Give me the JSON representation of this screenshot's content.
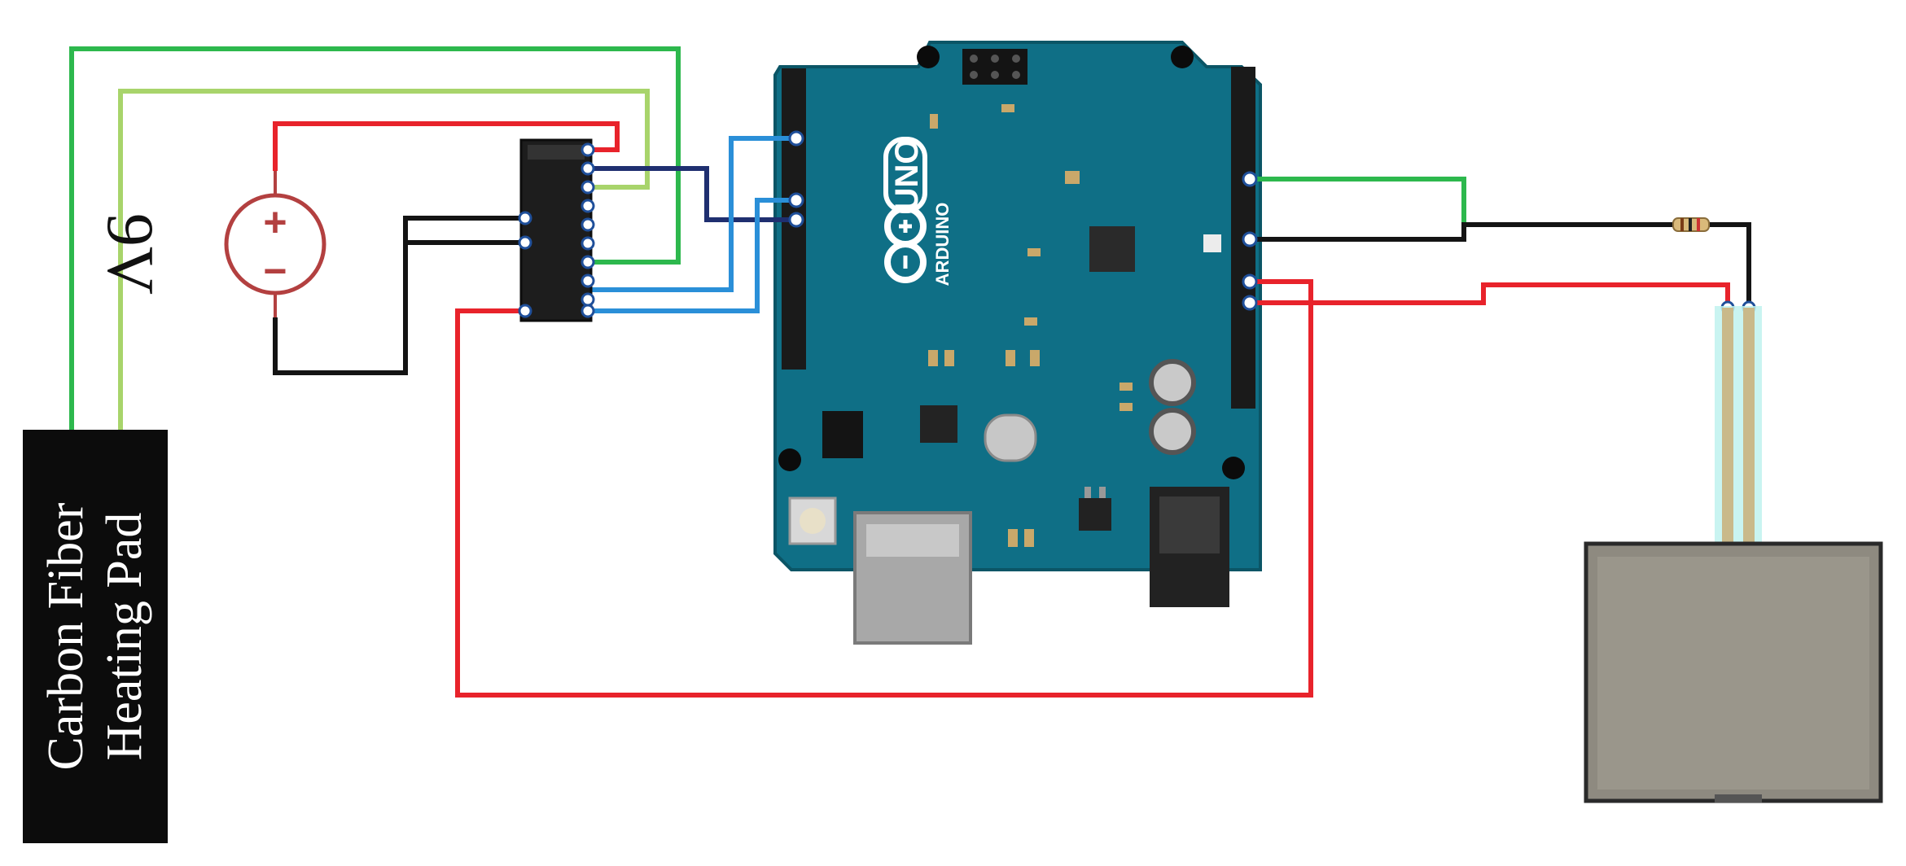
{
  "title": "",
  "heating_pad": {
    "line1": "Carbon Fiber",
    "line2": "Heating Pad"
  },
  "battery": {
    "voltage_label": "9V",
    "plus_symbol": "+",
    "minus_symbol": "−"
  },
  "arduino": {
    "model_label": "UNO",
    "brand_label": "ARDUINO"
  },
  "colors": {
    "green_wire": "#2db84d",
    "light_green_wire": "#a8d46b",
    "red_wire": "#e8232b",
    "black_wire": "#141414",
    "blue_wire": "#2a8fd8",
    "navy_wire": "#1f2f70",
    "board": "#0f6f86",
    "sensor": "#8e8a80"
  }
}
